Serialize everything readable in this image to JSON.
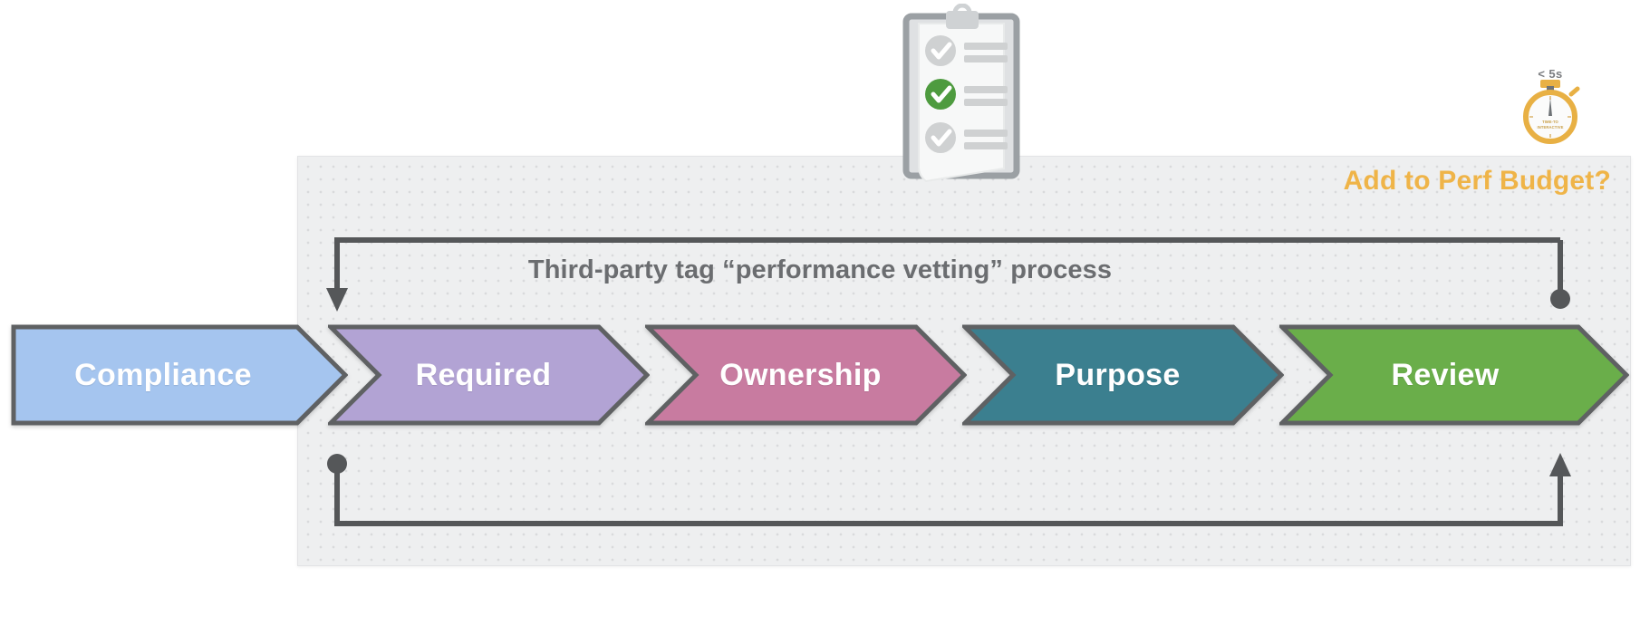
{
  "panel": {
    "background_color": "#eeeff0",
    "perf_budget_label": "Add to Perf Budget?",
    "perf_budget_color": "#efb448",
    "process_title": "Third-party tag “performance vetting” process",
    "process_title_color": "#6b6d70"
  },
  "stages": [
    {
      "label": "Compliance",
      "color": "#a5c5ef",
      "stroke": "#5f6163"
    },
    {
      "label": "Required",
      "color": "#b2a3d4",
      "stroke": "#5f6163"
    },
    {
      "label": "Ownership",
      "color": "#c87ba0",
      "stroke": "#5f6163"
    },
    {
      "label": "Purpose",
      "color": "#3b7f8f",
      "stroke": "#5f6163"
    },
    {
      "label": "Review",
      "color": "#6aae4a",
      "stroke": "#5f6163"
    }
  ],
  "connectors": {
    "line_color": "#555759",
    "top": {
      "start_marker": "dot",
      "end_marker": "arrow-down",
      "direction": "right-to-left"
    },
    "bottom": {
      "start_marker": "dot",
      "end_marker": "arrow-up",
      "direction": "left-to-right"
    }
  },
  "icons": {
    "clipboard": {
      "name": "clipboard-checklist-icon",
      "checked_item_color": "#4e9b3f",
      "unchecked_item_color": "#cfd1d2"
    },
    "stopwatch": {
      "name": "stopwatch-icon",
      "label": "< 5s",
      "dial_text_line1": "TIME-TO",
      "dial_text_line2": "INTERACTIVE",
      "color": "#e8b044"
    }
  }
}
